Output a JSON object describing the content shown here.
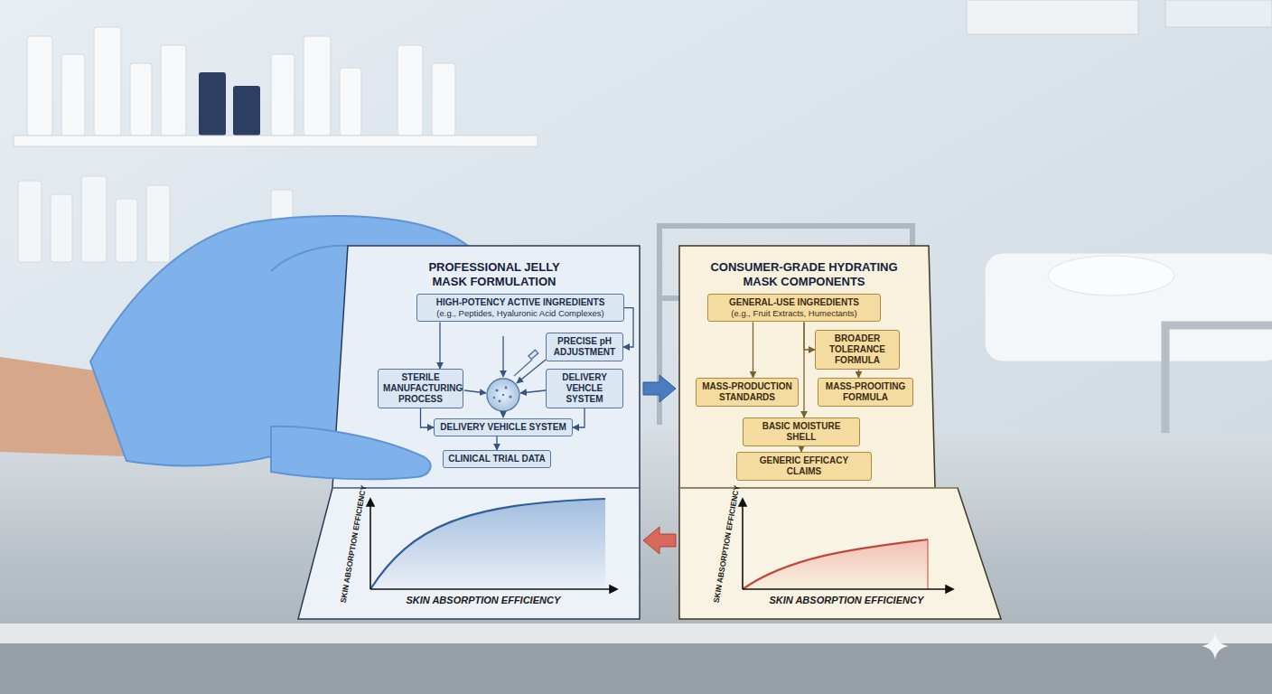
{
  "diagram": {
    "nodes": [
      {
        "text": [
          "PROFESSIONAL JELLY MASK FORMULATION"
        ]
      },
      {
        "text": [
          "HIGH-POTENCY ACTIVE INGREDIENTS",
          "(e.g., Peptides, Hyaluronic Acid Complexes)"
        ],
        "in": 0
      },
      {
        "text": [
          "PRECISE pH ADJUSTMENT"
        ],
        "in": 0
      },
      {
        "text": [
          "STERILE MANUFACTURING PROCESS"
        ],
        "in": 0
      },
      {
        "text": [
          "DELIVERY VEHCLE SYSTEM"
        ],
        "in": 0
      },
      {
        "text": [
          "DELIVERY VEHICLE SYSTEM"
        ],
        "in": 0
      },
      {
        "text": [
          "CLINICAL TRIAL DATA"
        ],
        "in": 0
      },
      {
        "text": [
          "CONSUMER-GRADE HYDRATING MASK COMPONENTS"
        ]
      },
      {
        "text": [
          "GENERAL-USE INGREDIENTS",
          "(e.g., Fruit Extracts, Humectants)"
        ],
        "in": 7
      },
      {
        "text": [
          "BROADER TOLERANCE FORMULA"
        ],
        "in": 7
      },
      {
        "text": [
          "MASS-PRODUCTION STANDARDS"
        ],
        "in": 7
      },
      {
        "text": [
          "MASS-PROOITING FORMULA"
        ],
        "in": 7
      },
      {
        "text": [
          "BASIC MOISTURE SHELL"
        ],
        "in": 7
      },
      {
        "text": [
          "GENERIC EFFICACY CLAIMS"
        ],
        "in": 7
      }
    ],
    "edges": [
      {
        "from": 1,
        "to": 2,
        "arrow": "to"
      },
      {
        "from": 1,
        "to": 3,
        "arrow": "to"
      },
      {
        "from": 3,
        "to": 5,
        "arrow": "to"
      },
      {
        "from": 4,
        "to": 5,
        "arrow": "to"
      },
      {
        "from": 5,
        "to": 6,
        "arrow": "to"
      },
      {
        "from": 0,
        "to": 7,
        "arrow": "to"
      },
      {
        "from": 7,
        "to": 0,
        "arrow": "to"
      },
      {
        "from": 8,
        "to": 10,
        "arrow": "to"
      },
      {
        "from": 8,
        "to": 9,
        "arrow": "to"
      },
      {
        "from": 8,
        "to": 12,
        "arrow": "to"
      },
      {
        "from": 9,
        "to": 11,
        "arrow": "to"
      },
      {
        "from": 12,
        "to": 13,
        "arrow": "to"
      }
    ],
    "labels": [
      "SKIN ABSORPTION EFFICIENCY",
      "SKIN ABSORPTION EFFICIENCY",
      "SKIN ABSORPTION EFFICIENCY",
      "SKIN ABSORPTION EFFICIENCY"
    ]
  }
}
